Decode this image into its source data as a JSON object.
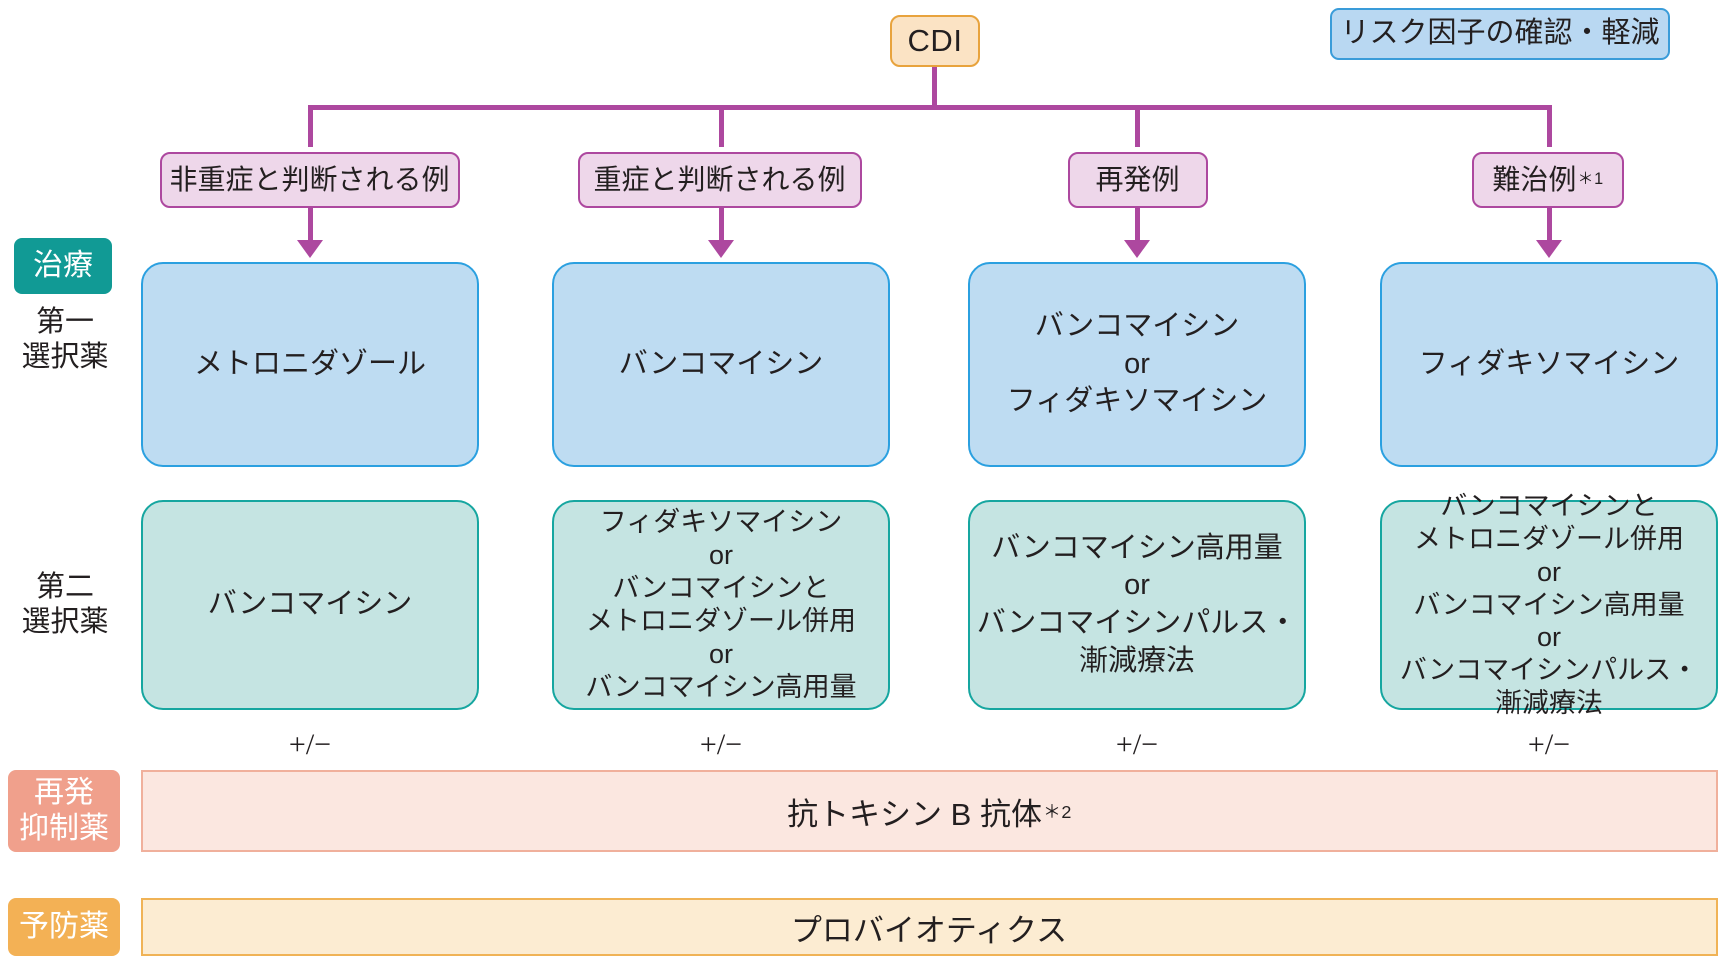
{
  "diagram": {
    "title_text": "CDI treatment flowchart",
    "root": {
      "label": "CDI"
    },
    "note": {
      "label": "リスク因子の確認・軽減"
    },
    "branches": [
      {
        "condition": "非重症と判断される例",
        "condition_sup": "",
        "first_choice": "メトロニダゾール",
        "second_choice": "バンコマイシン",
        "plus_minus": "+/−"
      },
      {
        "condition": "重症と判断される例",
        "condition_sup": "",
        "first_choice": "バンコマイシン",
        "second_choice": "フィダキソマイシン\nor\nバンコマイシンと\nメトロニダゾール併用\nor\nバンコマイシン高用量",
        "plus_minus": "+/−"
      },
      {
        "condition": "再発例",
        "condition_sup": "",
        "first_choice": "バンコマイシン\nor\nフィダキソマイシン",
        "second_choice": "バンコマイシン高用量\nor\nバンコマイシンパルス・\n漸減療法",
        "plus_minus": "+/−"
      },
      {
        "condition": "難治例",
        "condition_sup": "＊1",
        "first_choice": "フィダキソマイシン",
        "second_choice": "バンコマイシンと\nメトロニダゾール併用\nor\nバンコマイシン高用量\nor\nバンコマイシンパルス・\n漸減療法",
        "plus_minus": "+/−"
      }
    ],
    "row_labels": {
      "treatment_chip": "治療",
      "first_choice": "第一\n選択薬",
      "second_choice": "第二\n選択薬",
      "relapse_chip": "再発\n抑制薬",
      "prevention_chip": "予防薬"
    },
    "bottom_bars": [
      {
        "text": "抗トキシン B 抗体",
        "sup": "＊2",
        "kind": "relapse-suppressant"
      },
      {
        "text": "プロバイオティクス",
        "sup": "",
        "kind": "prevention"
      }
    ],
    "colors": {
      "root_fill": "#fbe3c4",
      "root_stroke": "#e8a33d",
      "note_fill": "#b9d8f2",
      "note_stroke": "#3a9cd9",
      "condition_fill": "#eed7ea",
      "condition_stroke": "#ad489f",
      "first_fill": "#bedcf2",
      "first_stroke": "#2ba0e0",
      "second_fill": "#c5e4e2",
      "second_stroke": "#16a6a0",
      "connector": "#ad489f",
      "chip_treatment": "#119a95",
      "chip_relapse": "#f0a08c",
      "chip_prevention": "#f3b155",
      "bar_relapse_fill": "#fbe7e0",
      "bar_relapse_stroke": "#f0b09c",
      "bar_prevention_fill": "#fcecd2",
      "bar_prevention_stroke": "#f0b356"
    }
  }
}
